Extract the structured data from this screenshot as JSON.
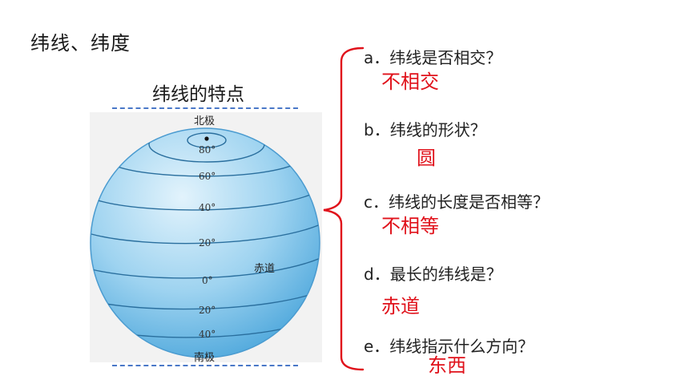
{
  "slide": {
    "title": "纬线、纬度",
    "subtitle": "纬线的特点"
  },
  "globe": {
    "north_pole_label": "北极",
    "south_pole_label": "南极",
    "equator_label": "赤道",
    "latitudes": [
      "80°",
      "60°",
      "40°",
      "20°",
      "0°",
      "20°",
      "40°"
    ],
    "colors": {
      "ocean_light": "#d6eefb",
      "ocean_dark": "#4fa8dc",
      "line": "#1d5c8c"
    }
  },
  "questions": [
    {
      "text": "a．纬线是否相交？",
      "answer": "不相交"
    },
    {
      "text": "b．纬线的形状？",
      "answer": "圆"
    },
    {
      "text": "c．纬线的长度是否相等？",
      "answer": "不相等"
    },
    {
      "text": "d．最长的纬线是？",
      "answer": "赤道"
    },
    {
      "text": "e．纬线指示什么方向？",
      "answer": "东西"
    }
  ],
  "colors": {
    "answer": "#e0121b",
    "bracket": "#e0121b",
    "dash": "#4a78c8"
  }
}
